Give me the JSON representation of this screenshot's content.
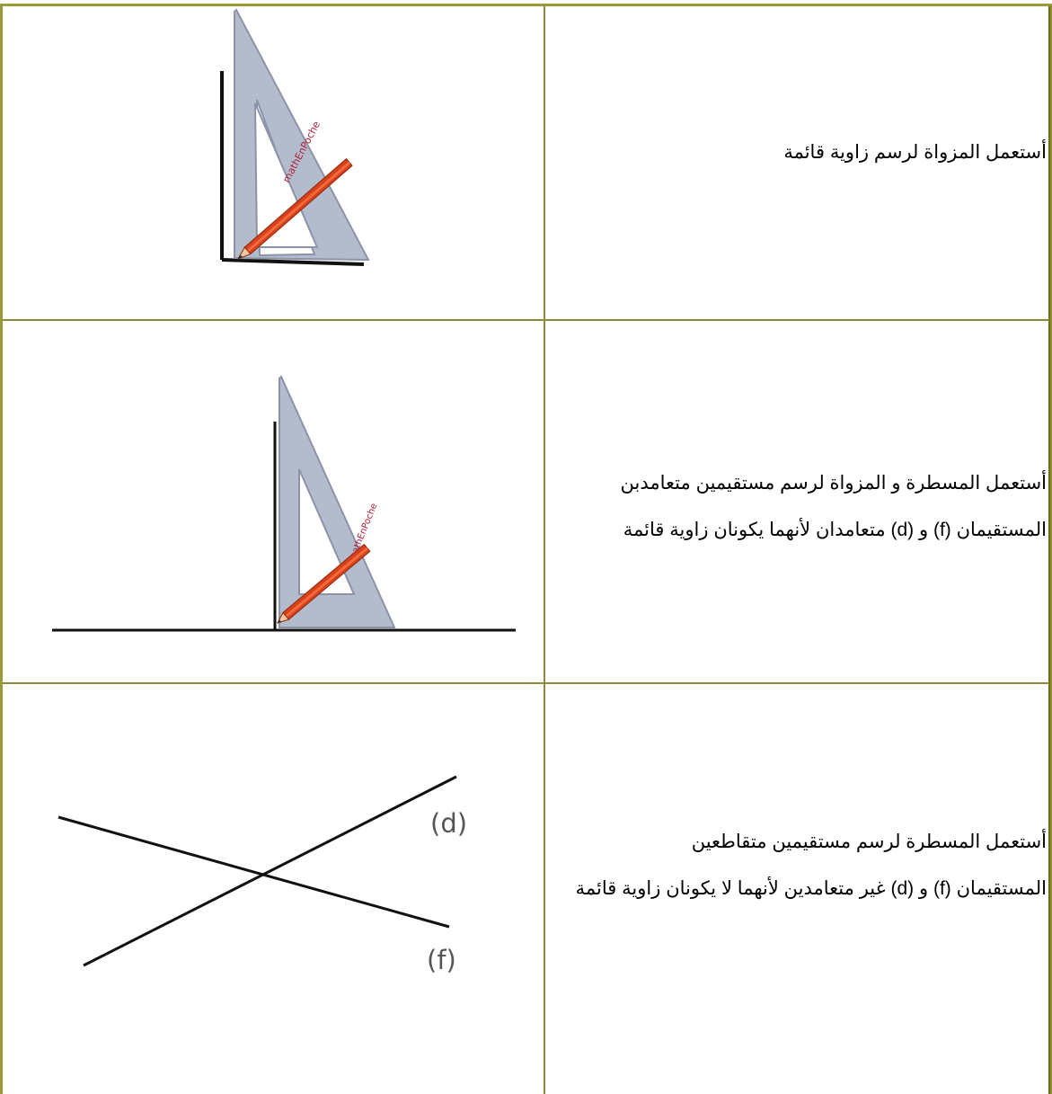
{
  "rows": [
    {
      "text_lines": [
        "أستعمل المزواة لرسم زاوية قائمة"
      ],
      "figure": {
        "type": "set-square-right-angle",
        "ruler_text": "mathEnPoche"
      }
    },
    {
      "text_lines": [
        "أستعمل المسطرة و المزواة لرسم مستقيمين متعامدبن",
        "المستقيمان (f) و (d) متعامدان لأنهما يكونان زاوية قائمة"
      ],
      "figure": {
        "type": "set-square-perpendicular-lines",
        "ruler_text": "mathEnPoche"
      }
    },
    {
      "text_lines": [
        "أستعمل المسطرة لرسم مستقيمين متقاطعين",
        "المستقيمان (f) و (d) غير متعامدين لأنهما لا يكونان زاوية قائمة"
      ],
      "figure": {
        "type": "intersecting-lines",
        "line_labels": [
          "(d)",
          "(f)"
        ]
      }
    }
  ],
  "colors": {
    "table_border": "#8b8b3a",
    "set_square_fill": "#b3bccd",
    "set_square_stroke": "#8c93a6",
    "pencil_body": "#d8401c",
    "pencil_text": "#b0203a",
    "line": "#111111",
    "label_gray": "#555555"
  }
}
